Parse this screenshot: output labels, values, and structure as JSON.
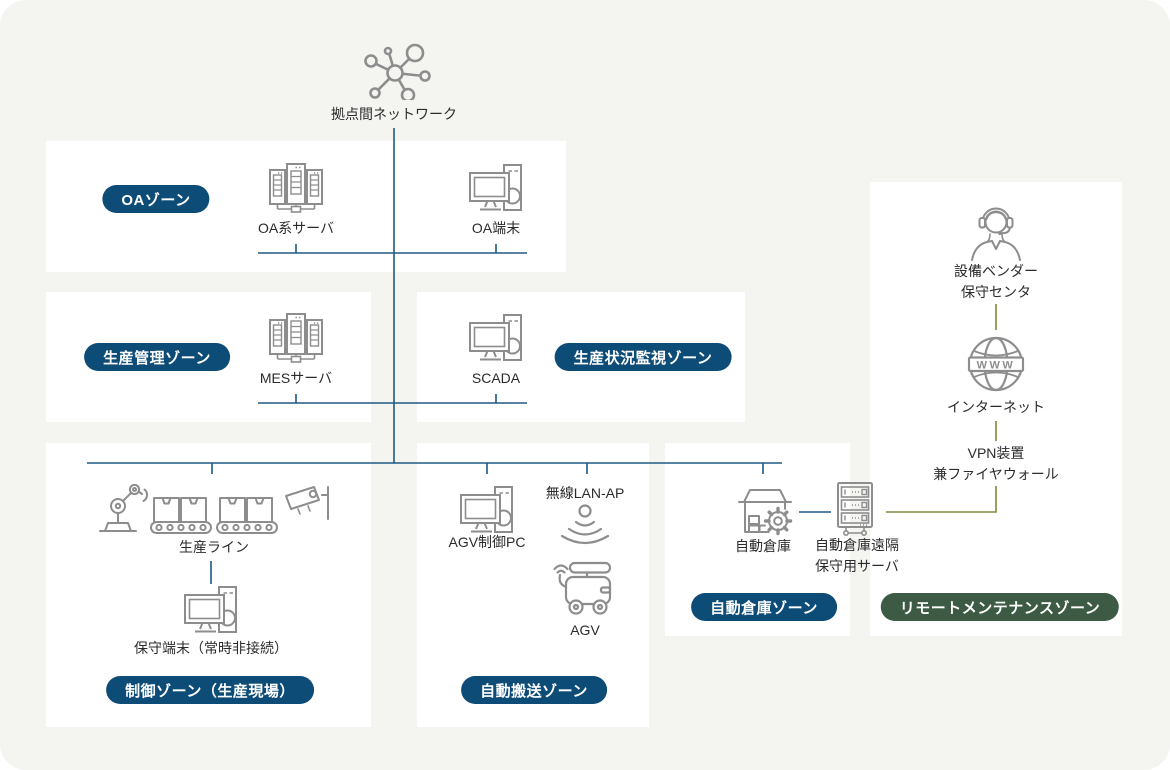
{
  "colors": {
    "background": "#f4f4f1",
    "zone_box": "#ffffff",
    "badge_navy": "#0e4c78",
    "badge_green": "#3d5b44",
    "line_navy": "#1e5a82",
    "line_olive": "#7d8b3f",
    "icon_gray": "#8d8d8d",
    "text": "#2b2b2b"
  },
  "network": {
    "label": "拠点間ネットワーク"
  },
  "zones": {
    "oa": {
      "badge": "OAゾーン",
      "server_label": "OA系サーバ",
      "terminal_label": "OA端末"
    },
    "production_management": {
      "badge": "生産管理ゾーン",
      "mes_label": "MESサーバ"
    },
    "production_monitoring": {
      "badge": "生産状況監視ゾーン",
      "scada_label": "SCADA"
    },
    "control": {
      "badge": "制御ゾーン（生産現場）",
      "line_label": "生産ライン",
      "terminal_label": "保守端末（常時非接続）"
    },
    "agv": {
      "badge": "自動搬送ゾーン",
      "pc_label": "AGV制御PC",
      "ap_label": "無線LAN-AP",
      "agv_label": "AGV"
    },
    "warehouse": {
      "badge": "自動倉庫ゾーン",
      "warehouse_label": "自動倉庫",
      "maintenance_server_line1": "自動倉庫遠隔",
      "maintenance_server_line2": "保守用サーバ"
    },
    "remote": {
      "badge": "リモートメンテナンスゾーン",
      "vendor_line1": "設備ベンダー",
      "vendor_line2": "保守センタ",
      "internet_label": "インターネット",
      "globe_text": "WWW",
      "vpn_line1": "VPN装置",
      "vpn_line2": "兼ファイヤウォール"
    }
  }
}
